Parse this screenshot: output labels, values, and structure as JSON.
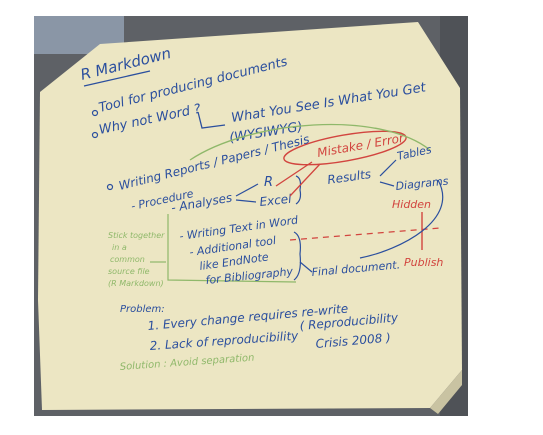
{
  "board": {
    "title": "R Markdown",
    "bullets": [
      "Tool for producing documents",
      "Why not Word ?"
    ],
    "wysiwyg_line1": "What You See Is What You Get",
    "wysiwyg_line2": "(WYSIWYG)",
    "writing_reports": "Writing Reports / Papers / Thesis",
    "procedure": "- Procedure",
    "analyses": "- Analyses",
    "tool_r": "R",
    "tool_excel": "Excel",
    "results": "Results",
    "tables": "Tables",
    "diagrams": "Diagrams",
    "mistake": "Mistake / Error",
    "hidden": "Hidden",
    "publish": "Publish",
    "writing_word_1": "- Writing Text in Word",
    "writing_word_2": "- Additional tool",
    "writing_word_3": "like EndNote",
    "writing_word_4": "for Bibliography",
    "final_document": "Final document.",
    "sidenote_1": "Stick together",
    "sidenote_2": "in a",
    "sidenote_3": "common",
    "sidenote_4": "source file",
    "sidenote_5": "(R Markdown)",
    "problem": "Problem:",
    "problem_1": "1. Every change requires re-write",
    "problem_2": "2. Lack of reproducibility",
    "reproducibility_1": "( Reproducibility",
    "reproducibility_2": "Crisis 2008 )",
    "solution": "Solution : Avoid separation"
  },
  "colors": {
    "board": "#ece6c3",
    "blue_marker": "#2b4f9e",
    "red_marker": "#d2453f",
    "green_marker": "#8fb86a",
    "frame": "#6b6b6b"
  }
}
